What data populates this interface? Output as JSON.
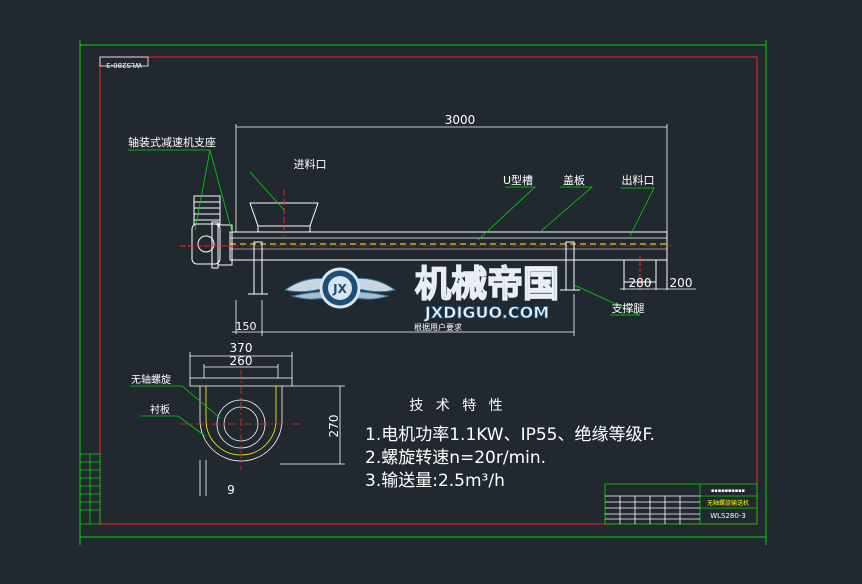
{
  "drawing": {
    "corner_label": "WLS280-3",
    "overall_length": "3000",
    "labels": {
      "motor_support": "轴装式减速机支座",
      "inlet": "进料口",
      "u_trough": "U型槽",
      "cover": "盖板",
      "outlet": "出料口",
      "support_leg": "支撑腿",
      "per_user": "根据用户要求"
    },
    "dims": {
      "d280": "280",
      "d200": "200",
      "d150": "150",
      "d370": "370",
      "d260": "260",
      "d270": "270",
      "d9": "9"
    },
    "section_labels": {
      "shaftless_screw": "无轴螺旋",
      "liner": "衬板"
    },
    "tech": {
      "title": "技 术 特 性",
      "line1": "1.电机功率1.1KW、IP55、绝缘等级F.",
      "line2": "2.螺旋转速n=20r/min.",
      "line3": "3.输送量:2.5m³/h"
    },
    "watermark": {
      "brand": "机械帝国",
      "site": "JXDIGUO.COM"
    },
    "title_block": {
      "name": "无轴螺旋输送机",
      "code": "WLS280-3"
    }
  },
  "colors": {
    "background": "#212830",
    "frame": "#00d800",
    "line": "#ffffff",
    "yellow": "#ffff00",
    "red": "#ff2020",
    "cyan": "#20b0d8"
  }
}
